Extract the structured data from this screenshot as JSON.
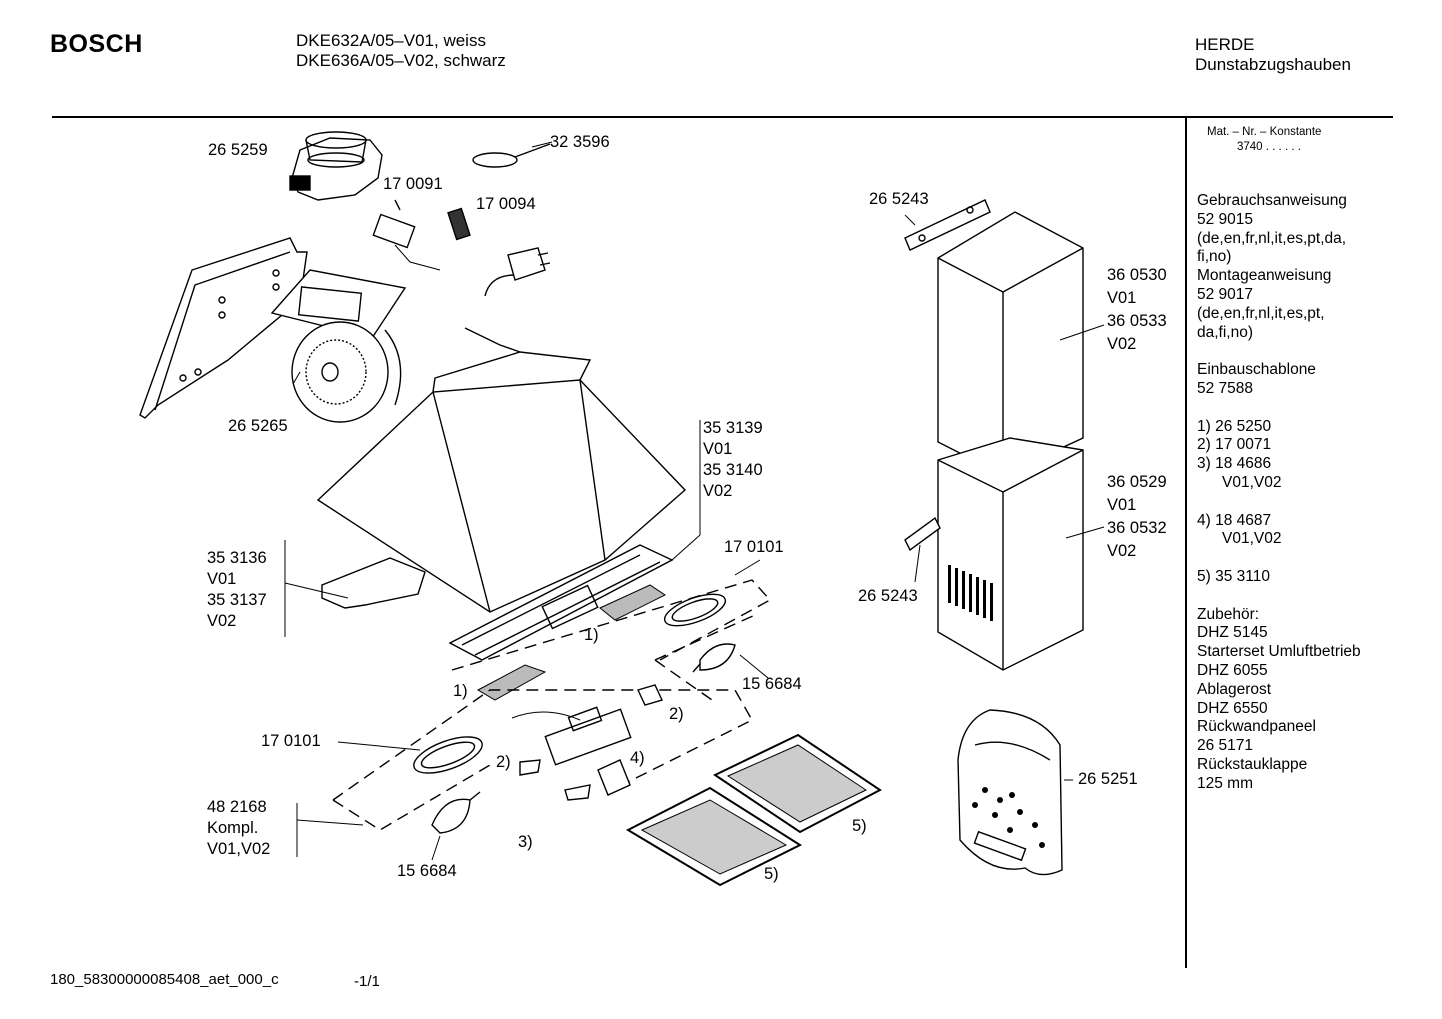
{
  "header": {
    "brand": "BOSCH",
    "models": [
      "DKE632A/05–V01, weiss",
      "DKE636A/05–V02, schwarz"
    ],
    "category": [
      "HERDE",
      "Dunstabzugshauben"
    ]
  },
  "sidebar": {
    "mat_label": "Mat. – Nr. – Konstante",
    "mat_value": "3740  .  .  .  .  .  .",
    "docs": [
      [
        "Gebrauchsanweisung",
        "52 9015",
        "(de,en,fr,nl,it,es,pt,da,",
        "fi,no)"
      ],
      [
        "Montageanweisung",
        "52 9017",
        "(de,en,fr,nl,it,es,pt,",
        "da,fi,no)"
      ],
      [
        "Einbauschablone",
        "52 7588"
      ]
    ],
    "numbered": [
      [
        "1)  26 5250",
        "2)  17 0071",
        "3)  18 4686",
        "     V01,V02"
      ],
      [
        "4)  18 4687",
        "     V01,V02"
      ],
      [
        "5)  35 3110"
      ]
    ],
    "accessories": [
      "Zubehör:",
      "DHZ 5145",
      "Starterset Umluftbetrieb",
      "DHZ 6055",
      "Ablagerost",
      "DHZ 6550",
      "Rückwandpaneel",
      "26 5171",
      "Rückstauklappe",
      "125 mm"
    ]
  },
  "labels": {
    "l265259": "26 5259",
    "l323596": "32 3596",
    "l170091": "17 0091",
    "l170094": "17 0094",
    "l265265": "26 5265",
    "l265243a": "26 5243",
    "l265243b": "26 5243",
    "chimney_top": [
      "36 0530",
      "V01",
      "36 0533",
      "V02"
    ],
    "chimney_bottom": [
      "36 0529",
      "V01",
      "36 0532",
      "V02"
    ],
    "filter_frame": [
      "35 3139",
      "V01",
      "35 3140",
      "V02"
    ],
    "side_panel": [
      "35 3136",
      "V01",
      "35 3137",
      "V02"
    ],
    "l170101a": "17 0101",
    "l170101b": "17 0101",
    "l156684a": "15 6684",
    "l156684b": "15 6684",
    "kit": [
      "48 2168",
      "Kompl.",
      "V01,V02"
    ],
    "l265251": "26 5251",
    "n1a": "1)",
    "n1b": "1)",
    "n2a": "2)",
    "n2b": "2)",
    "n3": "3)",
    "n4": "4)",
    "n5a": "5)",
    "n5b": "5)"
  },
  "footer": {
    "code": "180_58300000085408_aet_000_c",
    "page": "-1/1"
  }
}
